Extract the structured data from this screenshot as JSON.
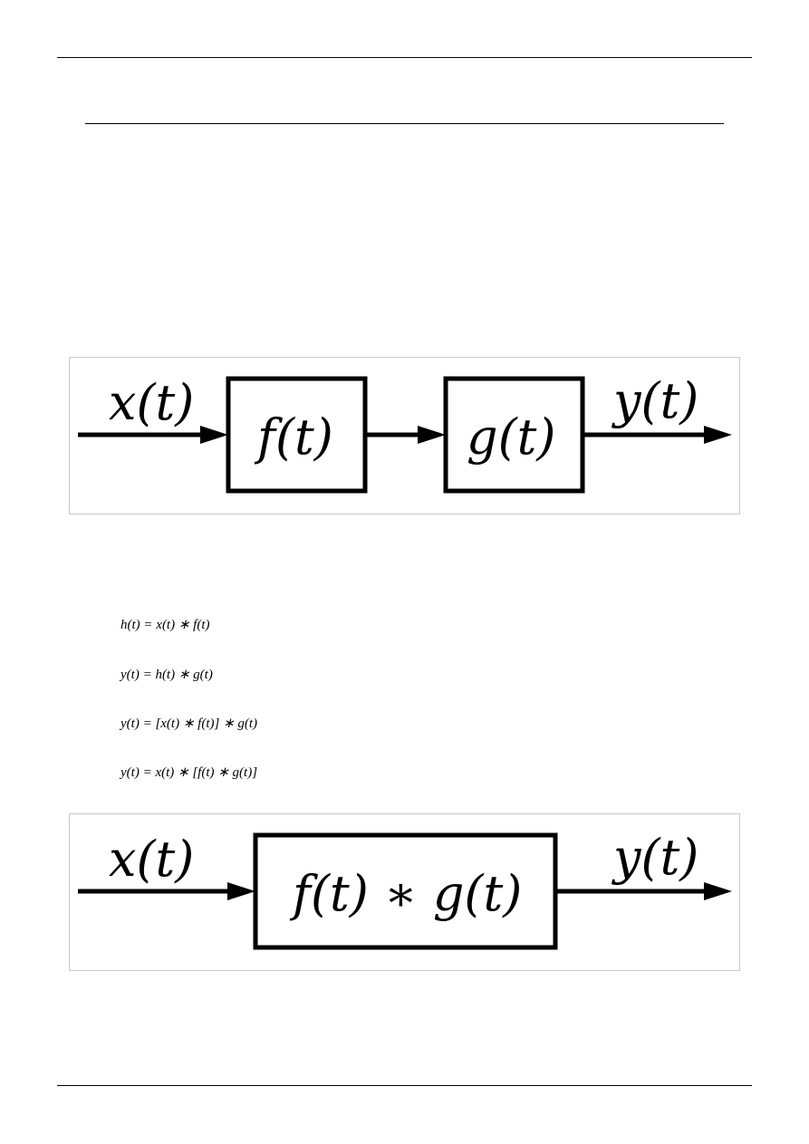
{
  "figure1": {
    "input_label": "x(t)",
    "block1_label": "f(t)",
    "block2_label": "g(t)",
    "output_label": "y(t)"
  },
  "equations": [
    "h(t) = x(t) ∗ f(t)",
    "y(t) = h(t) ∗ g(t)",
    "y(t) = [x(t) ∗ f(t)] ∗ g(t)",
    "y(t) = x(t) ∗ [f(t) ∗ g(t)]"
  ],
  "figure2": {
    "input_label": "x(t)",
    "block_label": "f(t) ∗ g(t)",
    "output_label": "y(t)"
  }
}
